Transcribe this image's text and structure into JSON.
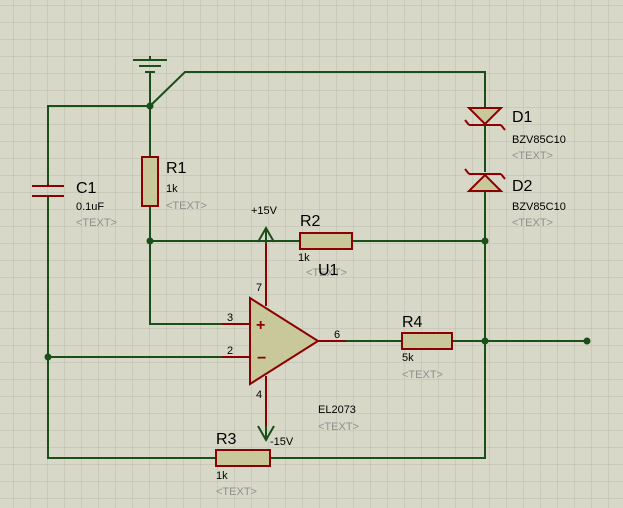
{
  "components": {
    "c1": {
      "ref": "C1",
      "value": "0.1uF",
      "text": "<TEXT>"
    },
    "r1": {
      "ref": "R1",
      "value": "1k",
      "text": "<TEXT>"
    },
    "r2": {
      "ref": "R2",
      "value": "1k",
      "text": "<TEXT>"
    },
    "r3": {
      "ref": "R3",
      "value": "1k",
      "text": "<TEXT>"
    },
    "r4": {
      "ref": "R4",
      "value": "5k",
      "text": "<TEXT>"
    },
    "d1": {
      "ref": "D1",
      "value": "BZV85C10",
      "text": "<TEXT>"
    },
    "d2": {
      "ref": "D2",
      "value": "BZV85C10",
      "text": "<TEXT>"
    },
    "u1": {
      "ref": "U1",
      "value": "EL2073",
      "text": "<TEXT>",
      "pin_plus": "3",
      "pin_minus": "2",
      "pin_out": "6",
      "pin_vpos": "7",
      "pin_vneg": "4",
      "plus_sign": "+",
      "minus_sign": "−"
    }
  },
  "power": {
    "positive": "+15V",
    "negative": "-15V"
  },
  "colors": {
    "background": "#d8d8c8",
    "grid": "#bcbcac",
    "wire": "#1a4f1a",
    "component": "#8b0000"
  }
}
